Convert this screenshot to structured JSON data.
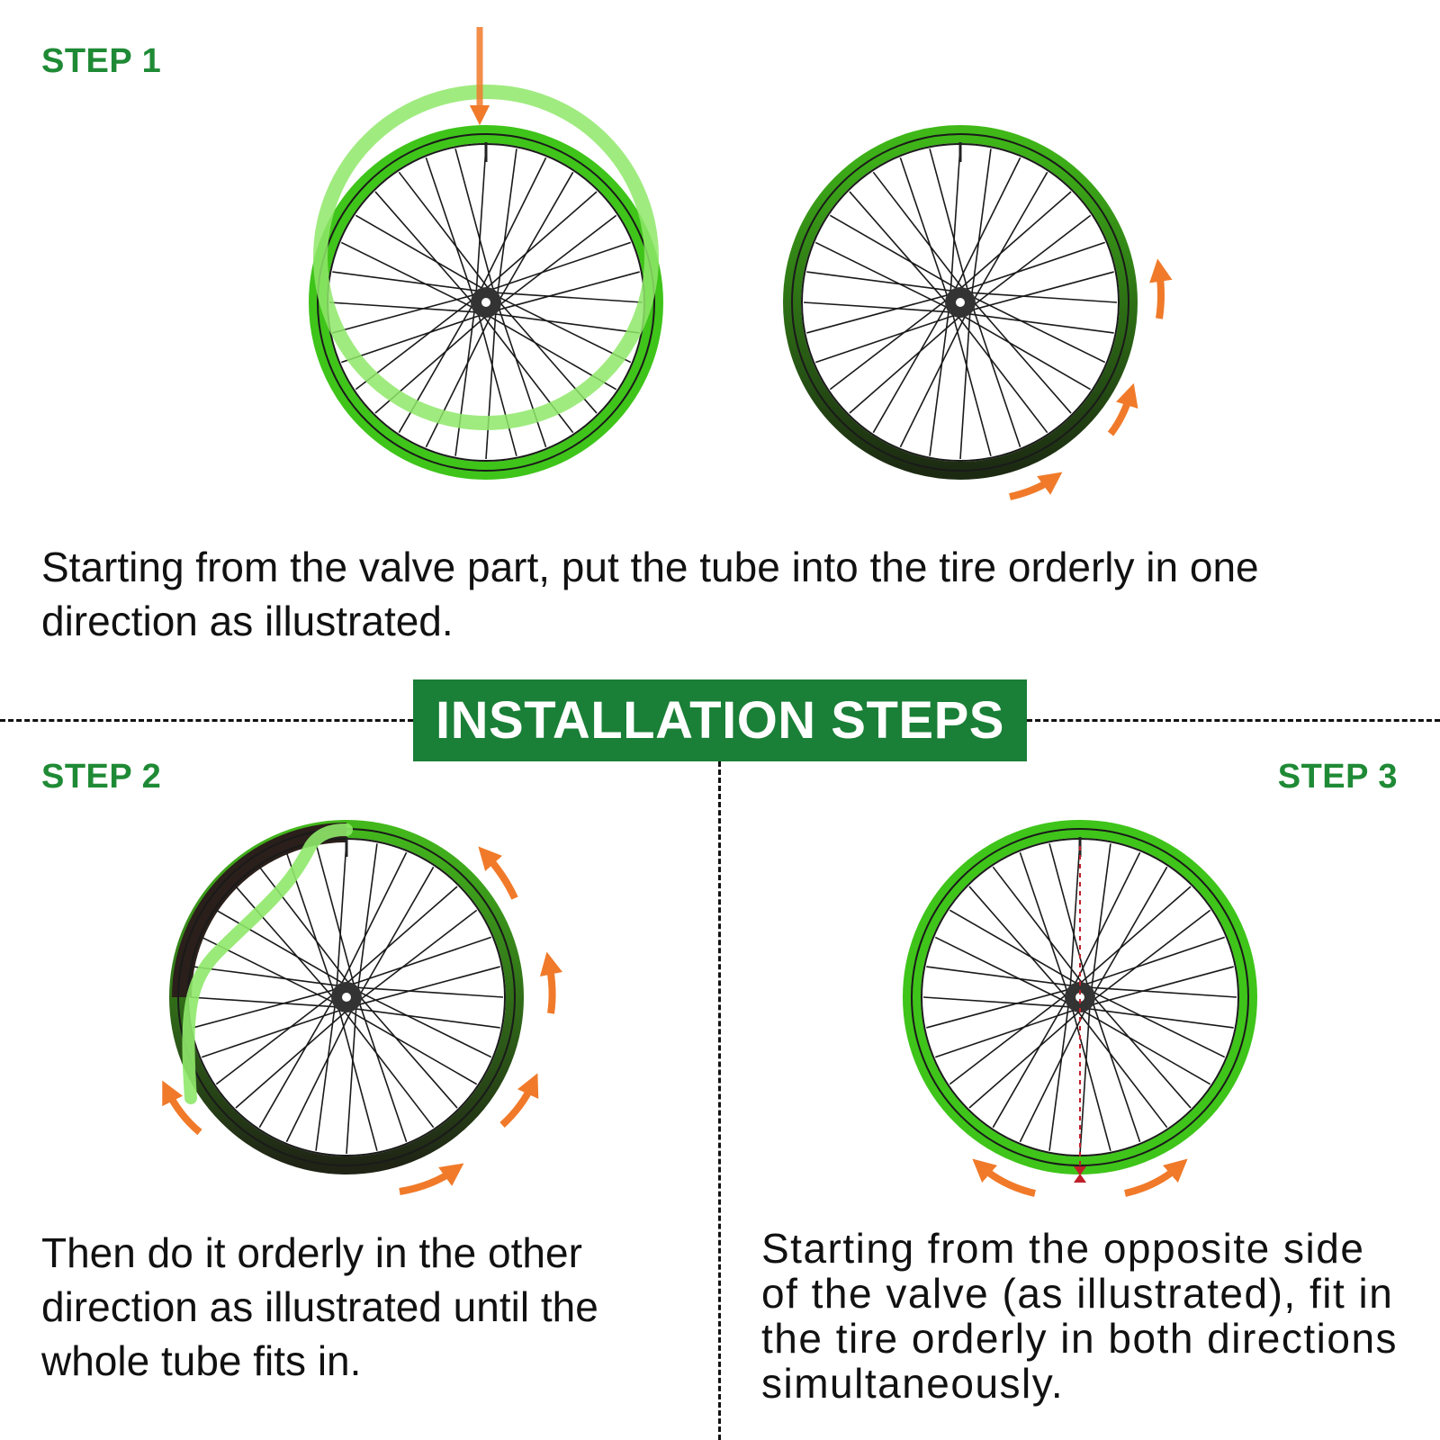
{
  "banner": {
    "title": "INSTALLATION STEPS"
  },
  "steps": [
    {
      "label": "STEP 1",
      "text": "Starting from the valve part, put the tube into the tire orderly in one direction as illustrated."
    },
    {
      "label": "STEP 2",
      "text": "Then do it orderly in the other direction as illustrated until the whole tube fits in."
    },
    {
      "label": "STEP 3",
      "text": "Starting from the opposite side of the valve (as illustrated), fit in the tire orderly in both directions simultaneously."
    }
  ],
  "colors": {
    "brand_green": "#1a7f37",
    "tire_green": "#3fc41a",
    "tube_light_green": "#8fe86a",
    "arrow_orange": "#f07a2a",
    "tire_dark": "#2a1f1a"
  }
}
